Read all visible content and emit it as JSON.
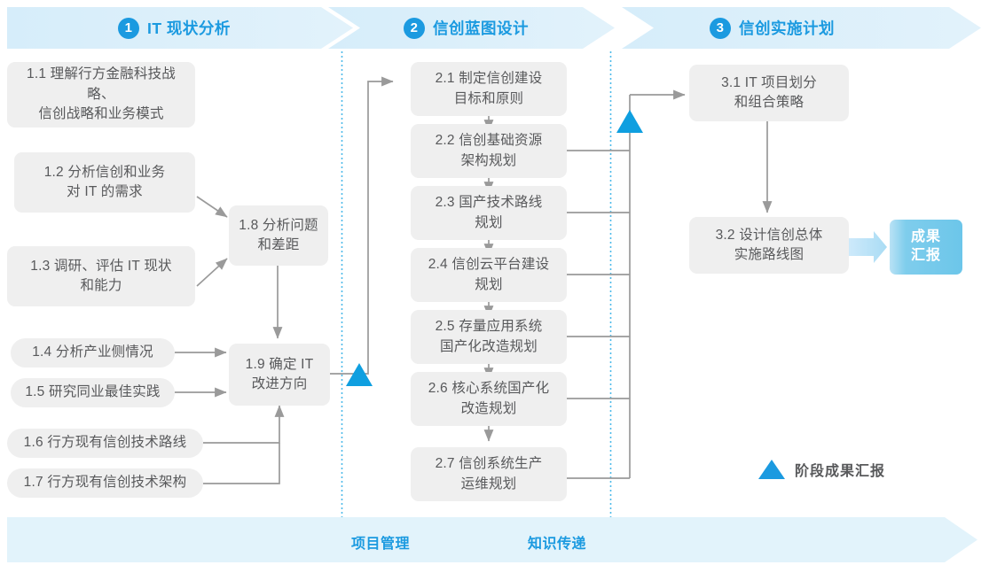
{
  "header": {
    "phases": [
      {
        "num": "1",
        "label": "IT 现状分析"
      },
      {
        "num": "2",
        "label": "信创蓝图设计"
      },
      {
        "num": "3",
        "label": "信创实施计划"
      }
    ]
  },
  "phase1": {
    "boxes": [
      {
        "id": "1.1",
        "text": "1.1 理解行方金融科技战略、\n信创战略和业务模式"
      },
      {
        "id": "1.2",
        "text": "1.2 分析信创和业务\n对 IT 的需求"
      },
      {
        "id": "1.3",
        "text": "1.3 调研、评估 IT 现状\n和能力"
      },
      {
        "id": "1.4",
        "text": "1.4 分析产业侧情况"
      },
      {
        "id": "1.5",
        "text": "1.5 研究同业最佳实践"
      },
      {
        "id": "1.6",
        "text": "1.6 行方现有信创技术路线"
      },
      {
        "id": "1.7",
        "text": "1.7 行方现有信创技术架构"
      },
      {
        "id": "1.8",
        "text": "1.8 分析问题\n和差距"
      },
      {
        "id": "1.9",
        "text": "1.9 确定 IT\n改进方向"
      }
    ]
  },
  "phase2": {
    "boxes": [
      {
        "id": "2.1",
        "text": "2.1 制定信创建设\n目标和原则"
      },
      {
        "id": "2.2",
        "text": "2.2 信创基础资源\n架构规划"
      },
      {
        "id": "2.3",
        "text": "2.3 国产技术路线\n规划"
      },
      {
        "id": "2.4",
        "text": "2.4 信创云平台建设\n规划"
      },
      {
        "id": "2.5",
        "text": "2.5 存量应用系统\n国产化改造规划"
      },
      {
        "id": "2.6",
        "text": "2.6 核心系统国产化\n改造规划"
      },
      {
        "id": "2.7",
        "text": "2.7 信创系统生产\n运维规划"
      }
    ]
  },
  "phase3": {
    "boxes": [
      {
        "id": "3.1",
        "text": "3.1 IT 项目划分\n和组合策略"
      },
      {
        "id": "3.2",
        "text": "3.2 设计信创总体\n实施路线图"
      }
    ],
    "result": "成果\n汇报"
  },
  "legend": {
    "label": "阶段成果汇报",
    "marker": "triangle-marker"
  },
  "footer": {
    "items": [
      "项目管理",
      "知识传递"
    ]
  },
  "colors": {
    "accent": "#1b9ae0",
    "band": "#ddf0fb",
    "box": "#efefef",
    "text": "#58595b",
    "connector": "#9a9a9a",
    "divider": "#3fb6e8",
    "result_fill": "#6cc6ea"
  }
}
